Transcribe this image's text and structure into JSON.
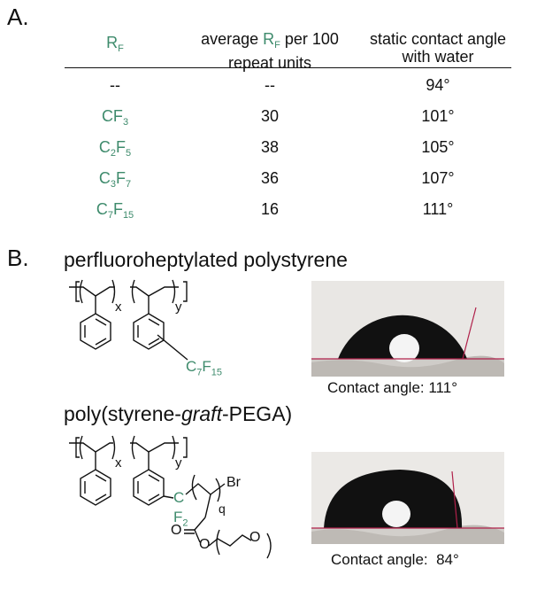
{
  "panel_a": {
    "label": "A.",
    "headers": {
      "rf_main": "R",
      "rf_sub": "F",
      "avg_pre": "average ",
      "avg_rf": "R",
      "avg_rf_sub": "F",
      "avg_post": " per 100",
      "avg_line2": "repeat units",
      "angle_line1": "static contact angle",
      "angle_line2": "with water"
    },
    "rows": [
      {
        "rf": "--",
        "rf_parts": [],
        "avg": "--",
        "angle": "94°"
      },
      {
        "rf_parts": [
          {
            "t": "CF"
          },
          {
            "s": "3"
          }
        ],
        "avg": "30",
        "angle": "101°"
      },
      {
        "rf_parts": [
          {
            "t": "C"
          },
          {
            "s": "2"
          },
          {
            "t": "F"
          },
          {
            "s": "5"
          }
        ],
        "avg": "38",
        "angle": "105°"
      },
      {
        "rf_parts": [
          {
            "t": "C"
          },
          {
            "s": "3"
          },
          {
            "t": "F"
          },
          {
            "s": "7"
          }
        ],
        "avg": "36",
        "angle": "107°"
      },
      {
        "rf_parts": [
          {
            "t": "C"
          },
          {
            "s": "7"
          },
          {
            "t": "F"
          },
          {
            "s": "15"
          }
        ],
        "avg": "16",
        "angle": "111°"
      }
    ]
  },
  "panel_b": {
    "label": "B.",
    "polymer1": {
      "title": "perfluoroheptylated polystyrene",
      "sub_x": "x",
      "sub_y": "y",
      "substituent_c": "C",
      "substituent_c_sub": "7",
      "substituent_f": "F",
      "substituent_f_sub": "15",
      "caption": "Contact angle: 111°"
    },
    "polymer2": {
      "title_pre": "poly(styrene-",
      "title_italic": "graft",
      "title_post": "-PEGA)",
      "sub_x": "x",
      "sub_y": "y",
      "atom_c": "C",
      "atom_f": "F",
      "atom_f_sub": "2",
      "atom_br": "Br",
      "sub_q": "q",
      "atom_o1": "O",
      "atom_o2": "O",
      "atom_o3": "O",
      "caption": "Contact angle:  84°"
    }
  },
  "colors": {
    "accent_green": "#3e8b6c",
    "contact_line": "#b0204a"
  }
}
